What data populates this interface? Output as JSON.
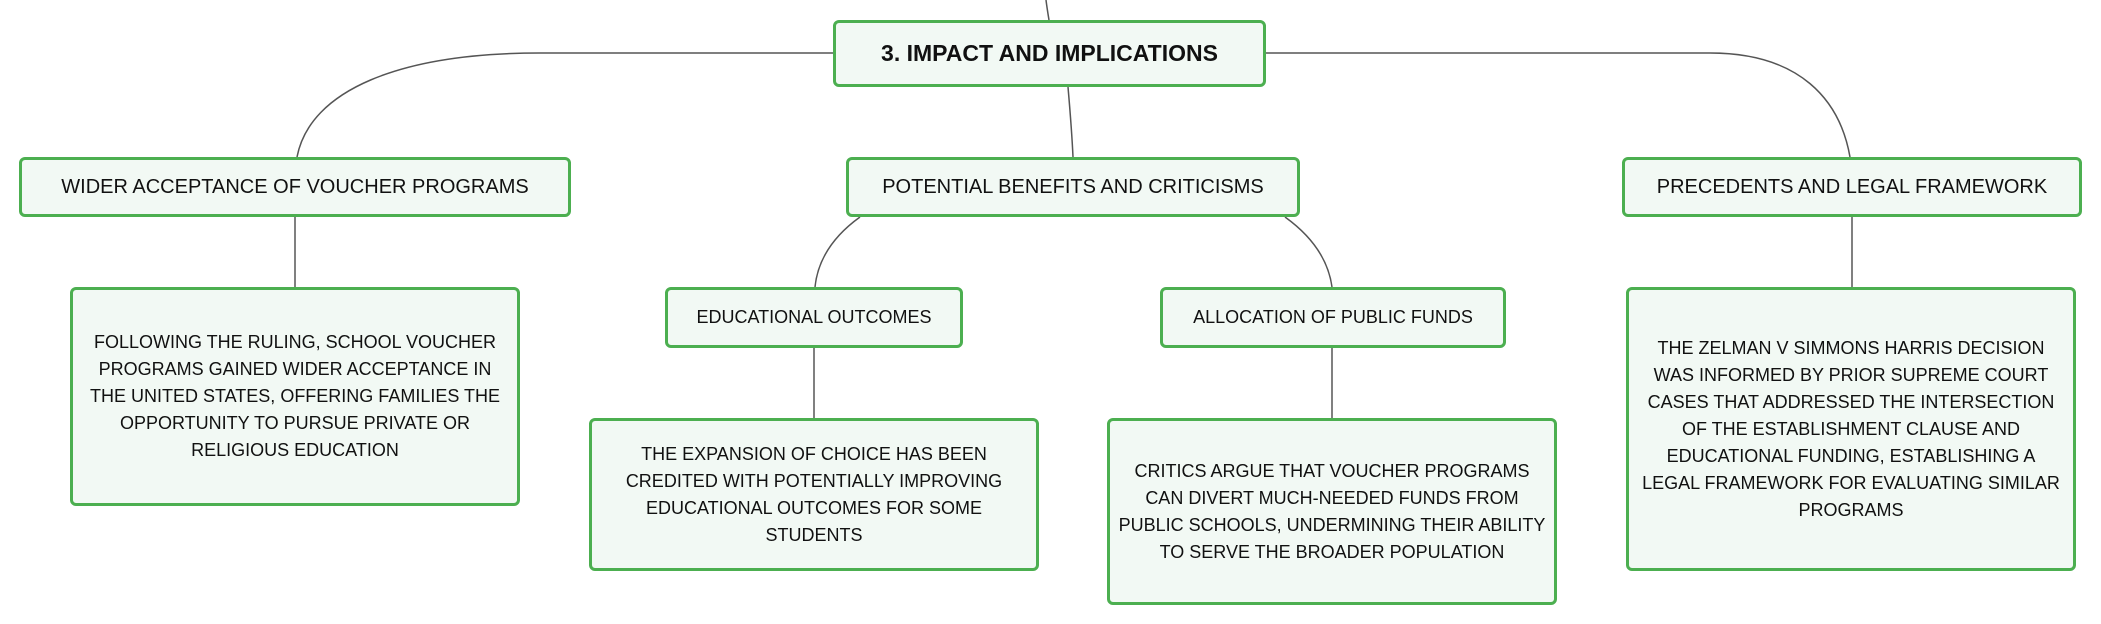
{
  "root": {
    "label": "3. IMPACT AND IMPLICATIONS"
  },
  "branches": [
    {
      "label": "WIDER ACCEPTANCE OF VOUCHER PROGRAMS",
      "detail": "FOLLOWING THE RULING, SCHOOL VOUCHER PROGRAMS GAINED WIDER ACCEPTANCE IN THE UNITED STATES, OFFERING FAMILIES THE OPPORTUNITY TO PURSUE PRIVATE OR RELIGIOUS EDUCATION"
    },
    {
      "label": "POTENTIAL BENEFITS AND CRITICISMS",
      "children": [
        {
          "label": "EDUCATIONAL OUTCOMES",
          "detail": "THE EXPANSION OF CHOICE HAS BEEN CREDITED WITH POTENTIALLY IMPROVING EDUCATIONAL OUTCOMES FOR SOME STUDENTS"
        },
        {
          "label": "ALLOCATION OF PUBLIC FUNDS",
          "detail": "CRITICS ARGUE THAT VOUCHER PROGRAMS CAN DIVERT MUCH-NEEDED FUNDS FROM PUBLIC SCHOOLS, UNDERMINING THEIR ABILITY TO SERVE THE BROADER POPULATION"
        }
      ]
    },
    {
      "label": "PRECEDENTS AND LEGAL FRAMEWORK",
      "detail": "THE ZELMAN V SIMMONS HARRIS DECISION WAS INFORMED BY PRIOR SUPREME COURT CASES THAT ADDRESSED THE INTERSECTION OF THE ESTABLISHMENT CLAUSE AND EDUCATIONAL FUNDING, ESTABLISHING A LEGAL FRAMEWORK FOR EVALUATING SIMILAR PROGRAMS"
    }
  ],
  "colors": {
    "node_border": "#4caf50",
    "node_fill": "#f2f9f4",
    "connector": "#555555",
    "text": "#111111"
  }
}
